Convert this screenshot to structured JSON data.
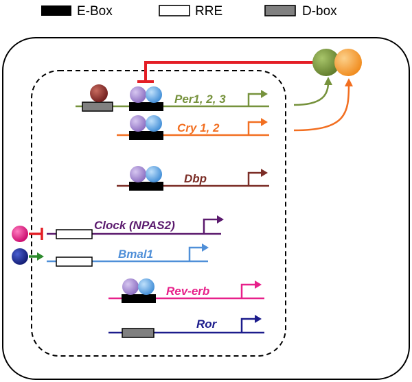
{
  "legend": {
    "ebox": "E-Box",
    "rre": "RRE",
    "dbox": "D-box"
  },
  "genes": {
    "per": "Per1, 2, 3",
    "cry": "Cry 1, 2",
    "dbp": "Dbp",
    "clock": "Clock (NPAS2)",
    "bmal": "Bmal1",
    "reverb": "Rev-erb",
    "ror": "Ror"
  },
  "colors": {
    "per": "#76923c",
    "cry": "#f26f21",
    "dbp": "#7b2d26",
    "clock": "#5b1a6e",
    "bmal": "#4f8fd8",
    "reverb": "#e7208a",
    "ror": "#1c1c8c",
    "repression": "#e41e26",
    "activation": "#2e8b2e",
    "ebox": "#000000",
    "dbox": "#808080",
    "protein_green": "#77933c",
    "protein_orange": "#f7a13a",
    "protein_purple": "#a98ad6",
    "protein_blue": "#5aa7e8",
    "protein_darkred": "#8b2a2a",
    "protein_pink": "#e0157e",
    "protein_navy": "#1e2a8a"
  }
}
